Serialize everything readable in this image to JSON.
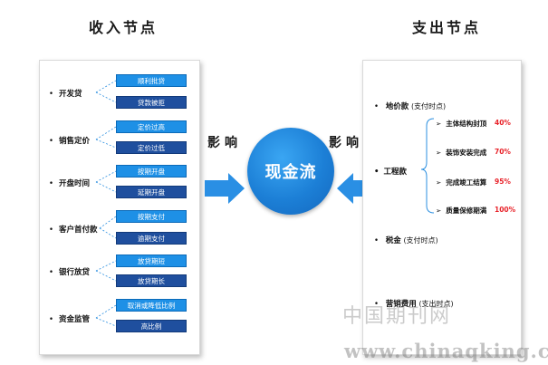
{
  "headers": {
    "income": "收入节点",
    "expense": "支出节点"
  },
  "income_nodes": [
    {
      "label": "开发贷",
      "top": "顺利批贷",
      "bottom": "贷款被拒"
    },
    {
      "label": "销售定价",
      "top": "定价过高",
      "bottom": "定价过低"
    },
    {
      "label": "开盘时间",
      "top": "按期开盘",
      "bottom": "延期开盘"
    },
    {
      "label": "客户首付款",
      "top": "按期支付",
      "bottom": "逾期支付"
    },
    {
      "label": "银行放贷",
      "top": "放贷期短",
      "bottom": "放贷期长"
    },
    {
      "label": "资金监管",
      "top": "取消或降低比例",
      "bottom": "高比例"
    }
  ],
  "center": {
    "label": "现金流",
    "influence_left": "影响",
    "influence_right": "影响"
  },
  "expense_nodes": {
    "land": {
      "label": "地价款",
      "note": "(支付时点)"
    },
    "construction": {
      "label": "工程款",
      "stages": [
        {
          "label": "主体结构封顶",
          "pct": "40%"
        },
        {
          "label": "装饰安装完成",
          "pct": "70%"
        },
        {
          "label": "完成竣工结算",
          "pct": "95%"
        },
        {
          "label": "质量保修期满",
          "pct": "100%"
        }
      ]
    },
    "tax": {
      "label": "税金",
      "note": "(支付时点)"
    },
    "marketing": {
      "label": "营销费用",
      "note": "(支出时点)"
    }
  },
  "watermark": {
    "cn": "中国期刊网",
    "url": "www.chinaqking.com"
  },
  "colors": {
    "badge_light": "#1e90e6",
    "badge_dark": "#1f4f9e",
    "arrow": "#2a8fe4",
    "pct": "#e8232a"
  }
}
